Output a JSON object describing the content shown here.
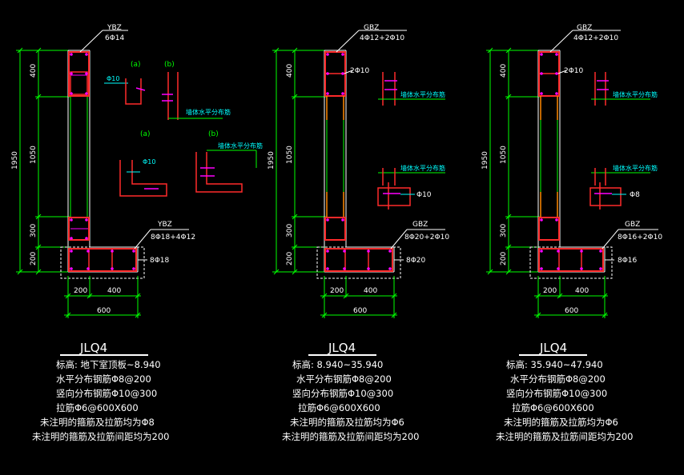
{
  "colors": {
    "background": "#000000",
    "dimension": "#00ff00",
    "concrete": "#ffffff",
    "rebar": "#ff2a2a",
    "stirrup": "#ff00ff",
    "annotation": "#00ffff",
    "text": "#ffffff",
    "dashed": "#ffffff"
  },
  "walls": [
    {
      "title": "JLQ4",
      "top_tag": "YBZ",
      "top_rebar": "6Φ14",
      "bottom_tag": "YBZ",
      "bottom_rebar": "8Φ18+4Φ12",
      "side_rebar": "8Φ18",
      "dims_vertical": [
        "400",
        "1050",
        "300",
        "200"
      ],
      "dim_total": "1950",
      "dims_horizontal": [
        "200",
        "400"
      ],
      "dim_width": "600",
      "notes": [
        "标高: 地下室顶板~8.940",
        "水平分布钢筋Φ8@200",
        "竖向分布钢筋Φ10@300",
        "拉筋Φ6@600X600",
        "未注明的箍筋及拉筋均为Φ8",
        "未注明的箍筋及拉筋间距均为200"
      ],
      "detail_a_top": "(a)",
      "detail_b_top": "(b)",
      "detail_a_rebar_top": "Φ10",
      "detail_a_bottom": "(a)",
      "detail_b_bottom": "(b)",
      "detail_a_rebar_bottom": "Φ10",
      "wall_rebar_label_1": "墙体水平分布筋",
      "wall_rebar_label_2": "墙体水平分布筋"
    },
    {
      "title": "JLQ4",
      "top_tag": "GBZ",
      "top_rebar": "4Φ12+2Φ10",
      "side_top_rebar": "2Φ10",
      "bottom_tag": "GBZ",
      "bottom_rebar": "8Φ20+2Φ10",
      "side_rebar": "8Φ20",
      "dims_vertical": [
        "400",
        "1050",
        "300",
        "200"
      ],
      "dim_total": "1950",
      "dims_horizontal": [
        "200",
        "400"
      ],
      "dim_width": "600",
      "notes": [
        "标高: 8.940~35.940",
        "水平分布钢筋Φ8@200",
        "竖向分布钢筋Φ10@300",
        "拉筋Φ6@600X600",
        "未注明的箍筋及拉筋均为Φ6",
        "未注明的箍筋及拉筋间距均为200"
      ],
      "wall_rebar_label_1": "墙体水平分布筋",
      "wall_rebar_label_2": "墙体水平分布筋",
      "detail_rebar": "Φ10"
    },
    {
      "title": "JLQ4",
      "top_tag": "GBZ",
      "top_rebar": "4Φ12+2Φ10",
      "side_top_rebar": "2Φ10",
      "bottom_tag": "GBZ",
      "bottom_rebar": "8Φ16+2Φ10",
      "side_rebar": "8Φ16",
      "dims_vertical": [
        "400",
        "1050",
        "300",
        "200"
      ],
      "dim_total": "1950",
      "dims_horizontal": [
        "200",
        "400"
      ],
      "dim_width": "600",
      "notes": [
        "标高: 35.940~47.940",
        "水平分布钢筋Φ8@200",
        "竖向分布钢筋Φ10@300",
        "拉筋Φ6@600X600",
        "未注明的箍筋及拉筋均为Φ6",
        "未注明的箍筋及拉筋间距均为200"
      ],
      "wall_rebar_label_1": "墙体水平分布筋",
      "wall_rebar_label_2": "墙体水平分布筋",
      "detail_rebar": "Φ8"
    }
  ]
}
